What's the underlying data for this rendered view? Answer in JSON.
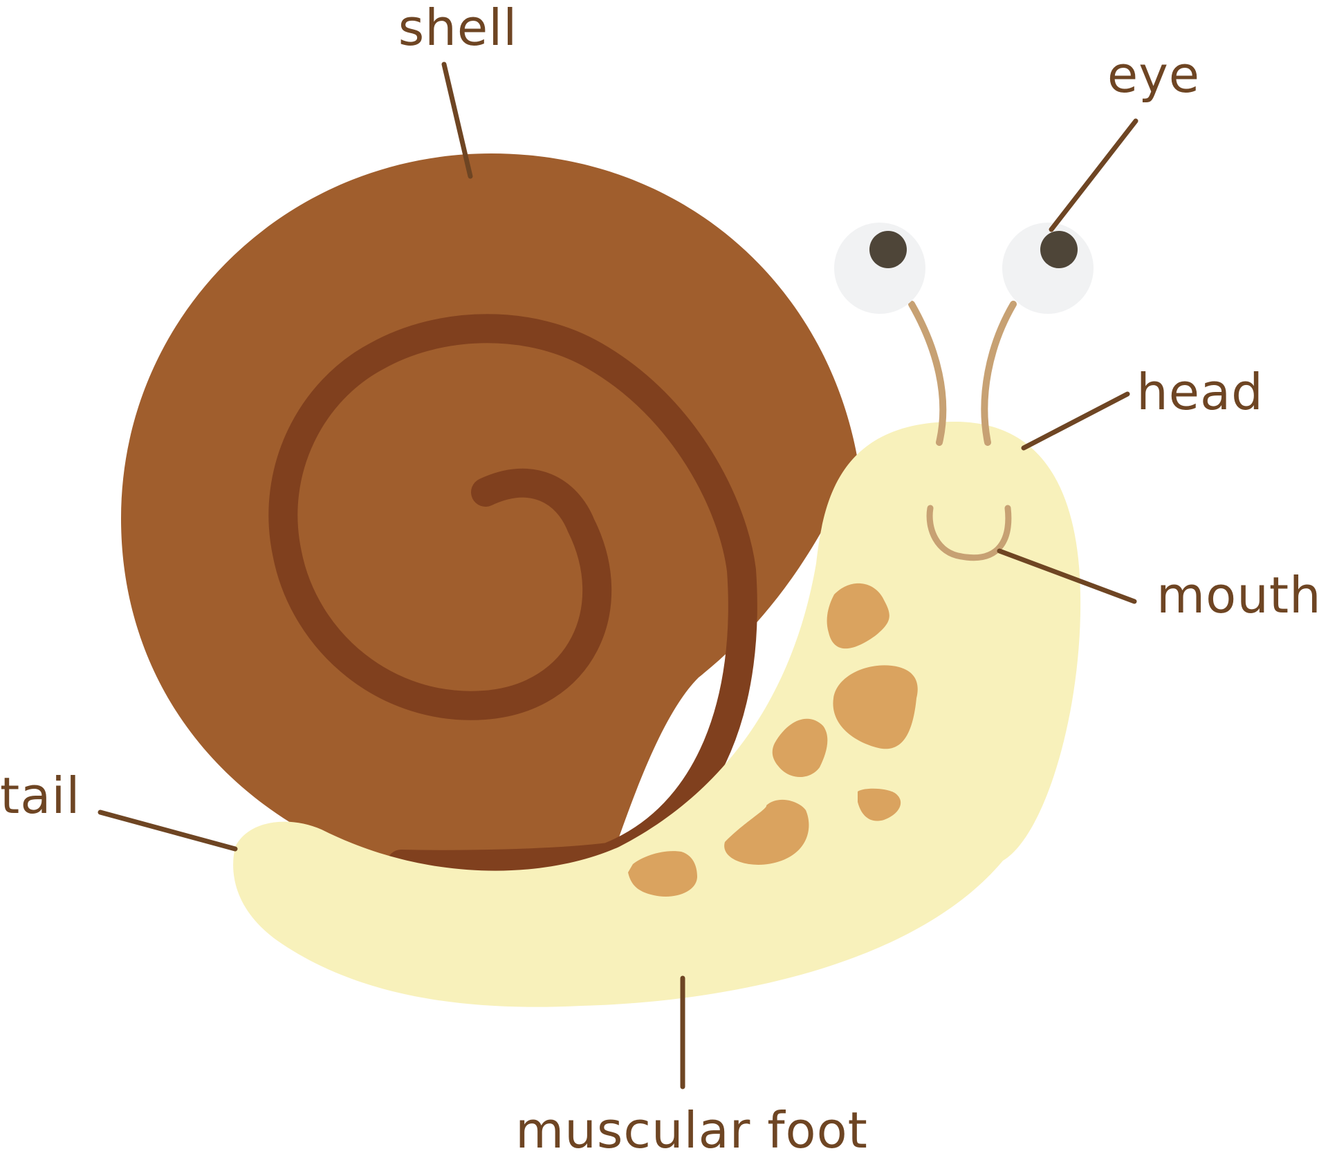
{
  "diagram": {
    "labels": {
      "shell": "shell",
      "eye": "eye",
      "head": "head",
      "mouth": "mouth",
      "tail": "tail",
      "muscular_foot": "muscular foot"
    }
  },
  "colors": {
    "shell": "#a05e2d",
    "spiral": "#80401e",
    "body": "#f8f1bb",
    "spots": "#daa35f",
    "eye_white": "#f1f2f3",
    "pupil": "#4e4538",
    "stalk": "#c7a173",
    "label_text": "#6e4523",
    "leader_line": "#6e4523"
  }
}
